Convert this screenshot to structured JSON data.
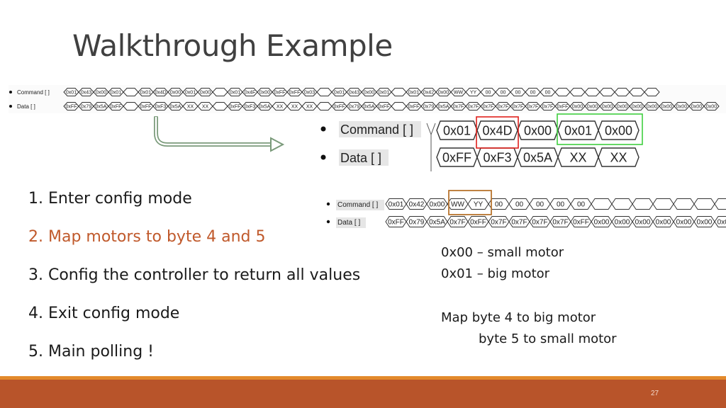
{
  "slide": {
    "title": "Walkthrough Example",
    "page_number": "27"
  },
  "waveform_overview": {
    "command_label": "Command [ ]",
    "data_label": "Data [ ]",
    "command_cells": [
      "0x01",
      "0x43",
      "0x00",
      "0x01",
      "",
      "0x01",
      "0x4D",
      "0x00",
      "0x01",
      "0x00",
      "",
      "0x01",
      "0x4F",
      "0x00",
      "0xFF",
      "0xFF",
      "0x03",
      "",
      "0x01",
      "0x43",
      "0x00",
      "0x01",
      "",
      "0x01",
      "0x42",
      "0x00",
      "WW",
      "YY",
      "00",
      "00",
      "00",
      "00",
      "00",
      "",
      "",
      "",
      "",
      "",
      "",
      ""
    ],
    "data_cells": [
      "0xFF",
      "0x79",
      "0x5A",
      "0xFF",
      "",
      "0xFF",
      "0xF3",
      "0x5A",
      "XX",
      "XX",
      "",
      "0xFF",
      "0xF3",
      "0x5A",
      "XX",
      "XX",
      "XX",
      "",
      "0xFF",
      "0x79",
      "0x5A",
      "0xFF",
      "",
      "0xFF",
      "0x79",
      "0x5A",
      "0x7F",
      "0x7F",
      "0x7F",
      "0x7F",
      "0x7F",
      "0x7F",
      "0x7F",
      "0xFF",
      "0x00",
      "0x00",
      "0x00",
      "0x00",
      "0x00",
      "0x00",
      "0x00",
      "0x00",
      "0x00",
      "0x00"
    ]
  },
  "waveform_zoom": {
    "command_label": "Command [ ]",
    "data_label": "Data [ ]",
    "command_cells": [
      "0x01",
      "0x4D",
      "0x00",
      "0x01",
      "0x00"
    ],
    "data_cells": [
      "0xFF",
      "0xF3",
      "0x5A",
      "XX",
      "XX"
    ],
    "red_box_color": "#e0201c",
    "green_box_color": "#3fcf3f"
  },
  "waveform_poll": {
    "command_label": "Command [ ]",
    "data_label": "Data [ ]",
    "command_cells": [
      "0x01",
      "0x42",
      "0x00",
      "WW",
      "YY",
      "00",
      "00",
      "00",
      "00",
      "00",
      "",
      "",
      "",
      "",
      "",
      "",
      ""
    ],
    "data_cells": [
      "0xFF",
      "0x79",
      "0x5A",
      "0x7F",
      "0xFF",
      "0x7F",
      "0x7F",
      "0x7F",
      "0x7F",
      "0xFF",
      "0x00",
      "0x00",
      "0x00",
      "0x00",
      "0x00",
      "0x00",
      "0x00",
      "0x00"
    ],
    "orange_box_color": "#b8742e"
  },
  "steps": [
    {
      "text": "1. Enter config mode"
    },
    {
      "text": "2. Map motors to byte 4 and 5"
    },
    {
      "text": "3. Config the controller to return all values"
    },
    {
      "text": "4. Exit config mode"
    },
    {
      "text": "5. Main polling !"
    }
  ],
  "motor_legend": {
    "line1": "0x00 – small motor",
    "line2": "0x01 – big motor",
    "line3": "Map byte 4 to big motor",
    "line4": "byte 5 to small motor"
  },
  "colors": {
    "accent_orange": "#c0592b",
    "footer_bar": "#b8542a",
    "footer_accent": "#e38a2c",
    "arrow_green": "#7a9a7a"
  }
}
